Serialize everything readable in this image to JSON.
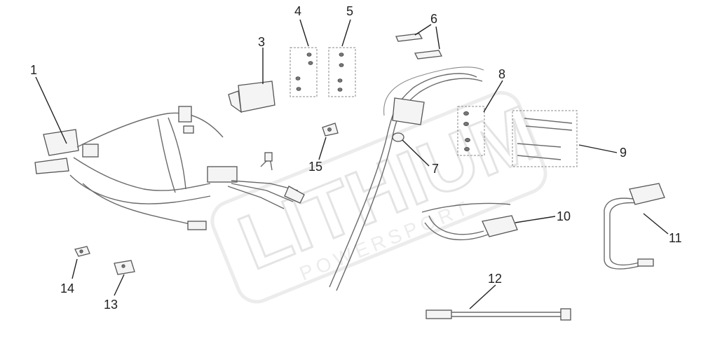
{
  "callouts": {
    "c1": "1",
    "c2": "3",
    "c3": "4",
    "c4": "5",
    "c5": "6",
    "c6": "8",
    "c7": "9",
    "c8": "7",
    "c9": "15",
    "c10": "10",
    "c11": "11",
    "c12": "12",
    "c13": "14",
    "c14": "13"
  },
  "watermark": {
    "brand": "LITHIUM",
    "sub": "POWERSPORT"
  }
}
